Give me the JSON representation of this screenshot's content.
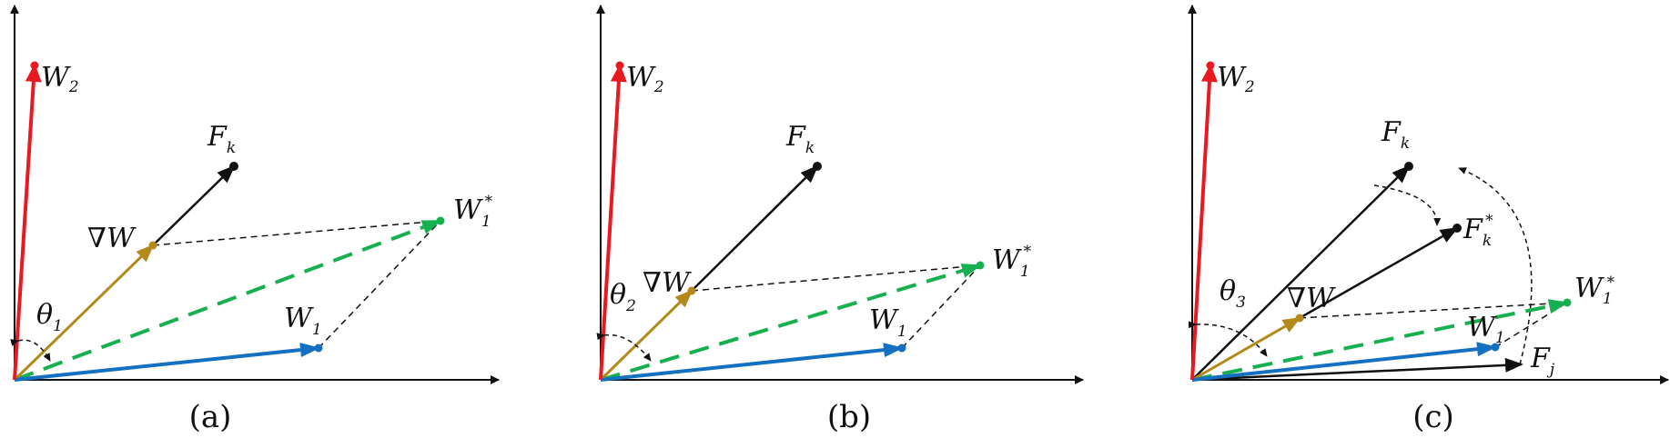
{
  "colors": {
    "w2": "#e8191f",
    "w1": "#1470c0",
    "grad": "#b38a1a",
    "wstar": "#16b050",
    "black": "#111111"
  },
  "panels": [
    {
      "caption": "(a)",
      "labels": {
        "w2": {
          "main": "W",
          "sub": "2"
        },
        "fk": {
          "main": "F",
          "sub": "k"
        },
        "grad": {
          "main": "∇W"
        },
        "wstar": {
          "main": "W",
          "sub": "1",
          "sup": "*"
        },
        "w1": {
          "main": "W",
          "sub": "1"
        },
        "theta": {
          "main": "θ",
          "sub": "1"
        }
      }
    },
    {
      "caption": "(b)",
      "labels": {
        "w2": {
          "main": "W",
          "sub": "2"
        },
        "fk": {
          "main": "F",
          "sub": "k"
        },
        "grad": {
          "main": "∇W"
        },
        "wstar": {
          "main": "W",
          "sub": "1",
          "sup": "*"
        },
        "w1": {
          "main": "W",
          "sub": "1"
        },
        "theta": {
          "main": "θ",
          "sub": "2"
        }
      }
    },
    {
      "caption": "(c)",
      "labels": {
        "w2": {
          "main": "W",
          "sub": "2"
        },
        "fk": {
          "main": "F",
          "sub": "k"
        },
        "fkstar": {
          "main": "F",
          "sub": "k",
          "sup": "*"
        },
        "grad": {
          "main": "∇W"
        },
        "wstar": {
          "main": "W",
          "sub": "1",
          "sup": "*"
        },
        "w1": {
          "main": "W",
          "sub": "1"
        },
        "fj": {
          "main": "F",
          "sub": "j"
        },
        "theta": {
          "main": "θ",
          "sub": "3"
        }
      }
    }
  ]
}
